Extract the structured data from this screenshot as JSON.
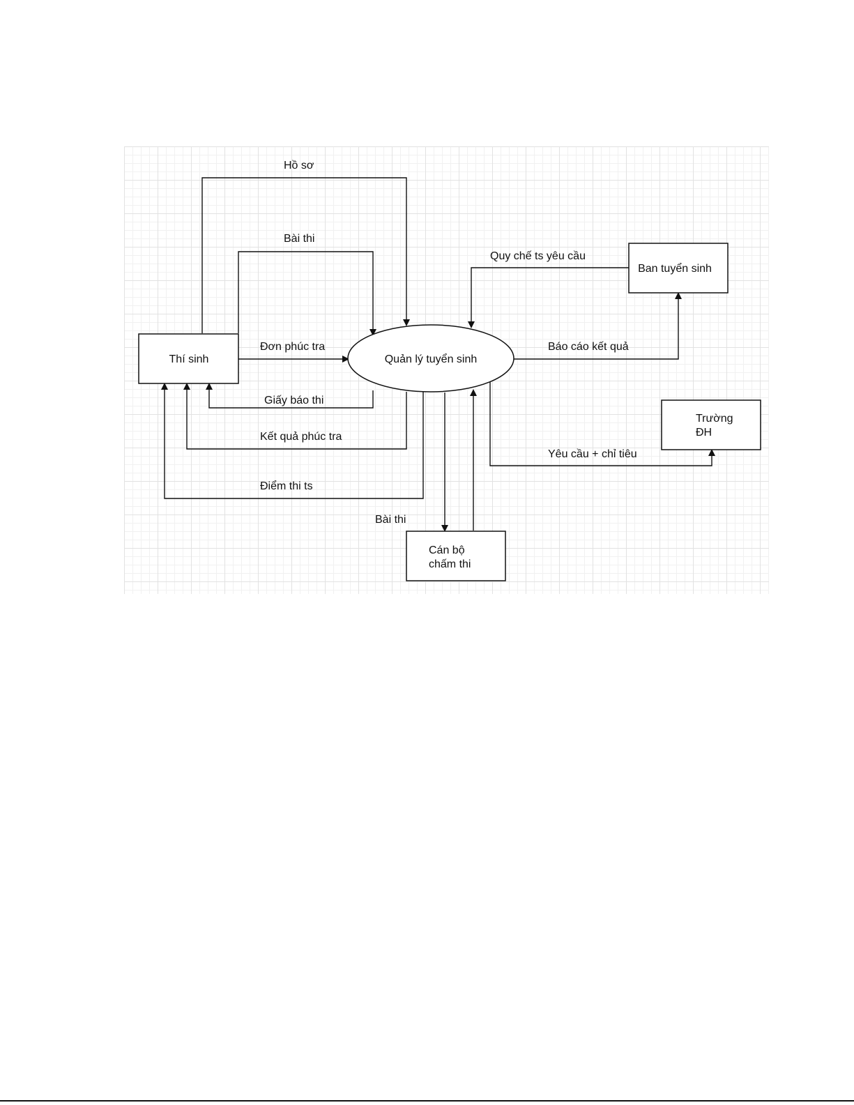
{
  "diagram": {
    "type": "context data flow diagram",
    "entities": {
      "thi_sinh": "Thí sinh",
      "ban_tuyen_sinh": "Ban tuyển sinh",
      "truong_dh_line1": "Trường",
      "truong_dh_line2": "ĐH",
      "can_bo_line1": "Cán bộ",
      "can_bo_line2": "chấm thi"
    },
    "process": {
      "name": "Quản lý tuyển sinh"
    },
    "flows": {
      "ho_so": "Hồ sơ",
      "bai_thi_top": "Bài thi",
      "don_phuc_tra": "Đơn phúc tra",
      "giay_bao_thi": "Giấy báo thi",
      "ket_qua_phuc_tra": "Kết quả phúc tra",
      "diem_thi_ts": "Điểm thi ts",
      "quy_che": "Quy chế ts yêu cầu",
      "bao_cao": "Báo cáo kết quả",
      "yeu_cau_chi_tieu": "Yêu cầu + chỉ tiêu",
      "bai_thi_bottom": "Bài thi"
    }
  },
  "colors": {
    "line": "#111111",
    "grid": "#e2e2e2",
    "background": "#ffffff"
  }
}
